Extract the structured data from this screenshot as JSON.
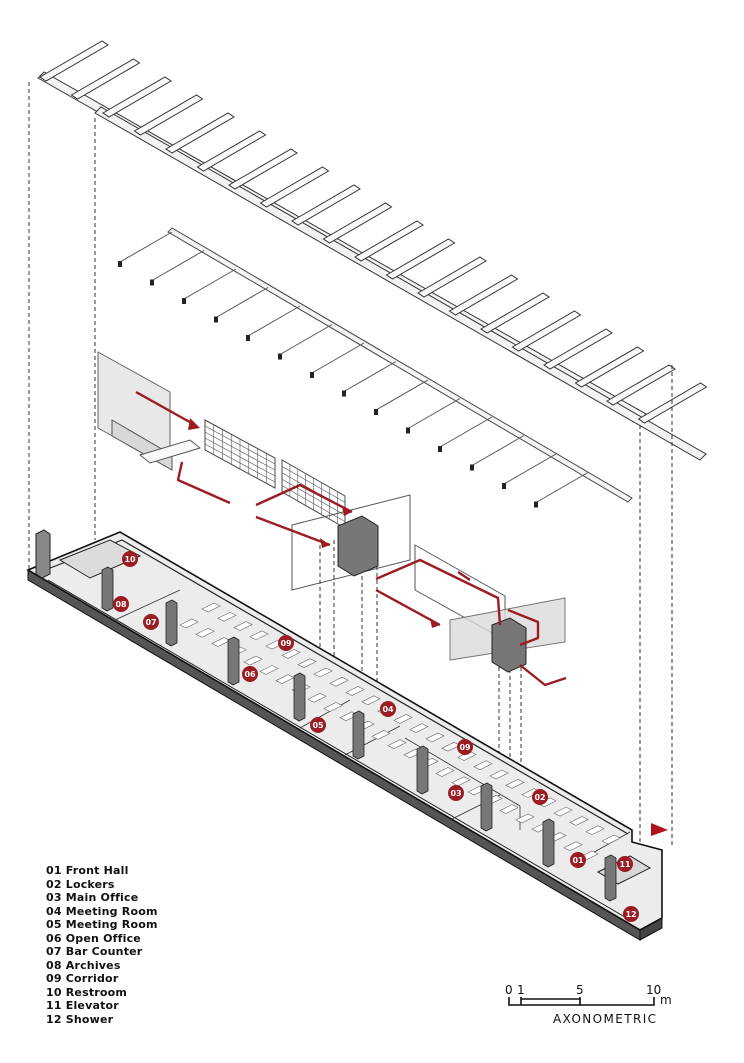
{
  "legend": [
    {
      "num": "01",
      "name": "Front Hall"
    },
    {
      "num": "02",
      "name": "Lockers"
    },
    {
      "num": "03",
      "name": "Main Office"
    },
    {
      "num": "04",
      "name": "Meeting Room"
    },
    {
      "num": "05",
      "name": "Meeting Room"
    },
    {
      "num": "06",
      "name": "Open Office"
    },
    {
      "num": "07",
      "name": "Bar Counter"
    },
    {
      "num": "08",
      "name": "Archives"
    },
    {
      "num": "09",
      "name": "Corridor"
    },
    {
      "num": "10",
      "name": "Restroom"
    },
    {
      "num": "11",
      "name": "Elevator"
    },
    {
      "num": "12",
      "name": "Shower"
    }
  ],
  "badges": [
    "10",
    "08",
    "07",
    "09",
    "06",
    "05",
    "04",
    "09",
    "03",
    "02",
    "01",
    "11",
    "12"
  ],
  "scale_bar": {
    "ticks": [
      "0",
      "1",
      "5",
      "10"
    ],
    "unit": "m",
    "title": "AXONOMETRIC"
  },
  "colors": {
    "accent_red": "#9b1c22",
    "floor_fill": "#e9e9e9",
    "line": "#222222"
  }
}
